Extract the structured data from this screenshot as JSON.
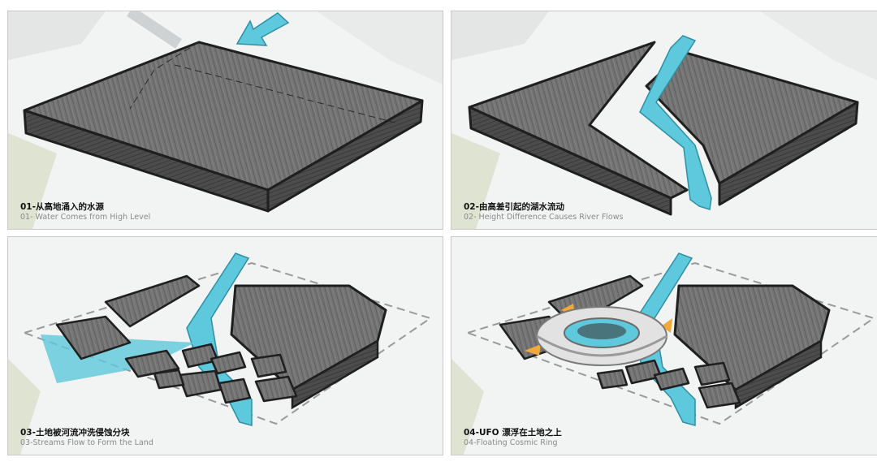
{
  "panels": [
    {
      "title": "01-从高地涌入的水源",
      "subtitle": "01- Water Comes from High Level"
    },
    {
      "title": "02-由高差引起的湖水流动",
      "subtitle": "02- Height Difference Causes River Flows"
    },
    {
      "title": "03-土地被河流冲洗侵蚀分块",
      "subtitle": "03-Streams Flow to Form the Land"
    },
    {
      "title": "04-UFO 漂浮在土地之上",
      "subtitle": "04-Floating Cosmic Ring"
    }
  ],
  "colors": {
    "terrain": "#6e6e6e",
    "terrain_side": "#444444",
    "water": "#5ec8dc",
    "outline": "#1f1f1f",
    "ground": "#e7e9e9",
    "green_patch": "#dfe3d2",
    "arrow_orange": "#f2a93b",
    "ring": "#dcdcdc"
  }
}
